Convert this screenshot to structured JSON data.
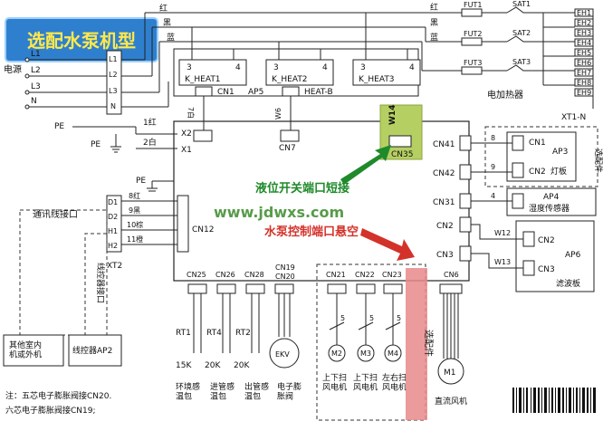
{
  "title_banner": "选配水泵机型",
  "power": {
    "label": "电源",
    "lines": [
      "L1",
      "L2",
      "L3",
      "N"
    ],
    "pe": "PE"
  },
  "top_wires": {
    "red": "红",
    "black": "黑",
    "blue": "蓝"
  },
  "heater": {
    "label": "电加热器",
    "fuses": [
      "FUT1",
      "FUT2",
      "FUT3"
    ],
    "sats": [
      "SAT1",
      "SAT2",
      "SAT3"
    ],
    "elements": [
      "EH1",
      "EH2",
      "EH3",
      "EH4",
      "EH5",
      "EH6",
      "EH7",
      "EH8",
      "EH9"
    ],
    "xt1n": "XT1-N"
  },
  "relays": [
    {
      "name": "K_HEAT1",
      "p1": "3",
      "p2": "4"
    },
    {
      "name": "K_HEAT2",
      "p1": "3",
      "p2": "4"
    },
    {
      "name": "K_HEAT3",
      "p1": "3",
      "p2": "4"
    }
  ],
  "board": {
    "cn1": "CN1",
    "ap5": "AP5",
    "heatb": "HEAT-B",
    "w7": "7白",
    "w6": "W6",
    "cn7": "CN7",
    "w14": "W14",
    "cn35": "CN35"
  },
  "ground": {
    "wire1": "1红",
    "wire2": "2白",
    "x2": "X2",
    "x1": "X1",
    "pe1": "PE",
    "pe2": "PE"
  },
  "comm": {
    "label": "通讯线接口",
    "terminals": [
      "D1",
      "D2",
      "H1",
      "H2"
    ],
    "wires": [
      "8红",
      "9黑",
      "10棕",
      "11橙"
    ],
    "cn12": "CN12",
    "xt2": "XT2",
    "ctrl_port": "线控器接口"
  },
  "right_boards": {
    "ports": [
      "CN41",
      "CN42",
      "CN31",
      "CN2",
      "CN3"
    ],
    "ap3": "AP3",
    "ap3_label": "灯板",
    "ap3_cn1": "CN1",
    "ap3_cn2": "CN2",
    "w8": "8",
    "w9": "9",
    "w4": "4",
    "ap4": "AP4",
    "ap4_label": "湿度传感器",
    "ap6": "AP6",
    "ap6_label": "滤波板",
    "ap6_cn2": "CN2",
    "ap6_cn3": "CN3",
    "w12": "W12",
    "w13": "W13",
    "option": "选配件"
  },
  "bottom": {
    "connectors": [
      "CN25",
      "CN26",
      "CN28",
      "CN19",
      "CN20",
      "CN21",
      "CN22",
      "CN23",
      "CN6"
    ],
    "sensors": [
      {
        "name": "RT1",
        "value": "15K",
        "label": "环境感温包"
      },
      {
        "name": "RT4",
        "value": "20K",
        "label": "进管感温包"
      },
      {
        "name": "RT2",
        "value": "20K",
        "label": "出管感温包"
      }
    ],
    "ekv": "EKV",
    "ekv_label": "电子膨胀阀",
    "motors": [
      {
        "name": "M2",
        "label": "上下扫风电机"
      },
      {
        "name": "M3",
        "label": "上下扫风电机"
      },
      {
        "name": "M4",
        "label": "左右扫风电机"
      }
    ],
    "motor_pins": [
      "5",
      "5",
      "5"
    ],
    "option": "选配件",
    "m1": "M1",
    "m1_label": "直流风机"
  },
  "left_boxes": {
    "other": "其他室内机或外机",
    "ctrl": "线控器AP2"
  },
  "annotations": {
    "green": "液位开关端口短接",
    "red": "水泵控制端口悬空",
    "watermark": "www.jdwxs.com"
  },
  "note": "注：五芯电子膨胀阀接CN20.\n六芯电子膨胀阀接CN19;",
  "colors": {
    "banner_bg": "#2f7fcf",
    "banner_text": "#ffe94a",
    "green": "#1e8a2a",
    "red": "#d3322a",
    "green_hi": "#b6cf63",
    "red_hi": "#e88a8a"
  }
}
